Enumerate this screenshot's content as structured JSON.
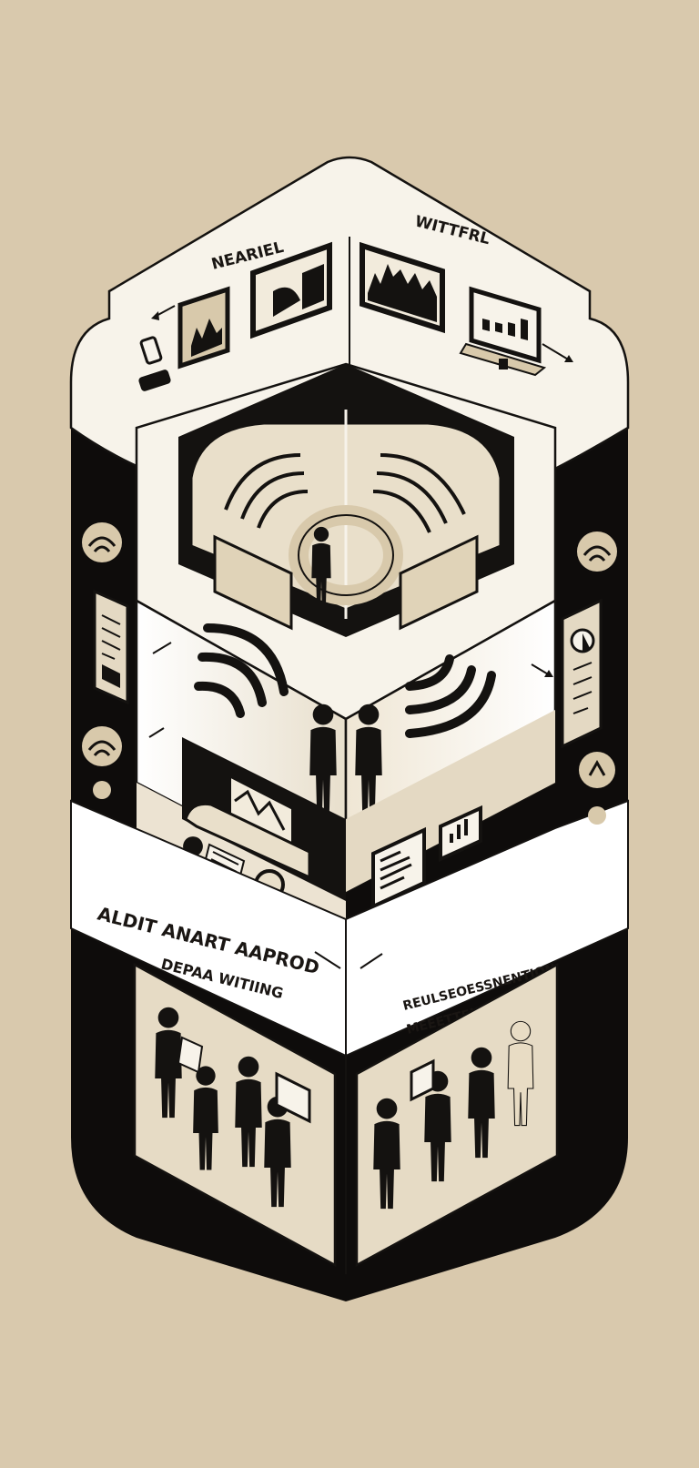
{
  "colors": {
    "background": "#d9c9ad",
    "panel": "#f7f3ea",
    "panel_shade": "#ece3d2",
    "ink": "#141210",
    "beige": "#d8c9ab",
    "dark_frame": "#0e0c0b"
  },
  "labels": {
    "top_left": "NEARIEL",
    "top_right": "WITTFRL",
    "mid_left_line1": "ALDIT ANART AAPROD",
    "mid_left_line2": "DEPAA WITIING",
    "mid_right_line1": "REULSEOESSNENTION",
    "mid_right_line2": "MEEETTENING"
  },
  "icons": [
    "wifi-icon",
    "document-icon",
    "monitor-icon",
    "phone-icon",
    "person-icon",
    "chart-icon",
    "chair-icon",
    "arrow-icon",
    "clock-icon"
  ]
}
